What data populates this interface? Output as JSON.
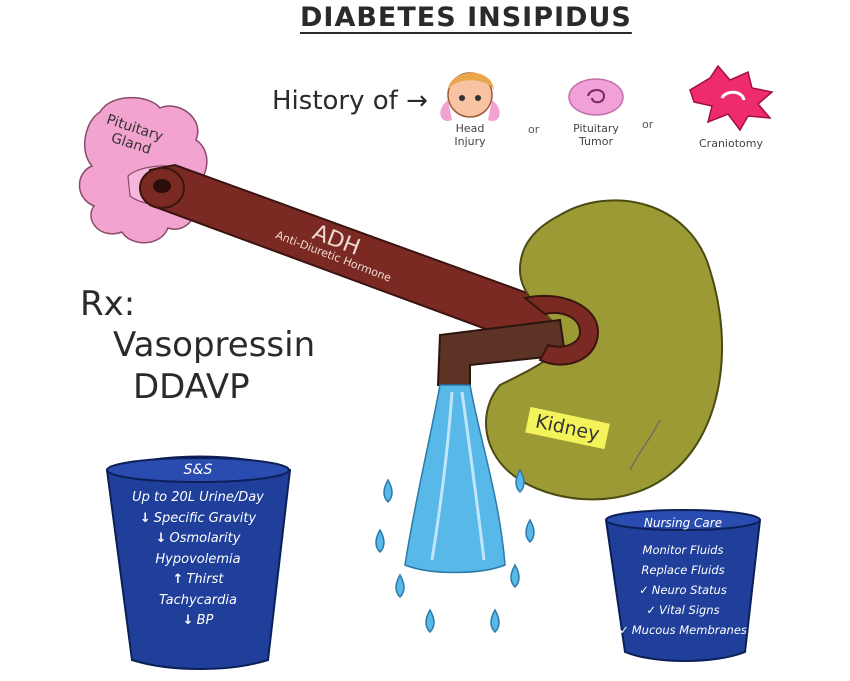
{
  "title": "DIABETES INSIPIDUS",
  "history": {
    "label": "History of",
    "arrow": "→",
    "causes": [
      "Head Injury",
      "Pituitary Tumor",
      "Craniotomy"
    ],
    "separator": "or"
  },
  "gland_label": [
    "Pituitary",
    "Gland"
  ],
  "wrench": {
    "label": "ADH",
    "sublabel": "Anti-Diuretic Hormone"
  },
  "rx": {
    "label": "Rx:",
    "drugs": [
      "Vasopressin",
      "DDAVP"
    ]
  },
  "kidney_label": "Kidney",
  "signs_bucket": {
    "title": "S&S",
    "items": [
      {
        "marker": "",
        "text": "Up to 20L Urine/Day"
      },
      {
        "marker": "↓",
        "text": "Specific Gravity"
      },
      {
        "marker": "↓",
        "text": "Osmolarity"
      },
      {
        "marker": "",
        "text": "Hypovolemia"
      },
      {
        "marker": "↑",
        "text": "Thirst"
      },
      {
        "marker": "",
        "text": "Tachycardia"
      },
      {
        "marker": "↓",
        "text": "BP"
      }
    ]
  },
  "nursing_bucket": {
    "title": "Nursing Care",
    "items": [
      {
        "marker": "",
        "text": "Monitor Fluids"
      },
      {
        "marker": "",
        "text": "Replace Fluids"
      },
      {
        "marker": "✓",
        "text": "Neuro Status"
      },
      {
        "marker": "✓",
        "text": "Vital Signs"
      },
      {
        "marker": "✓",
        "text": "Mucous Membranes"
      }
    ]
  },
  "colors": {
    "wrench": "#7a2a22",
    "gland": "#f3a3cf",
    "kidney": "#9c9a35",
    "bucket": "#1f3f9a",
    "water": "#58b8e8",
    "tumor": "#f2a0d8",
    "craniotomy": "#ee2b6b"
  }
}
